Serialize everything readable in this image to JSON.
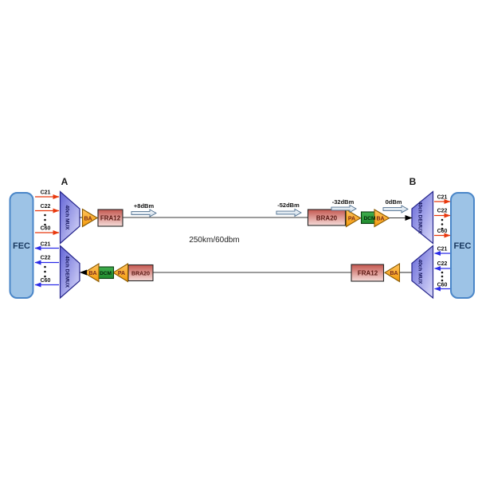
{
  "nodes": {
    "a": "A",
    "b": "B"
  },
  "fec_label": "FEC",
  "mux_label": "40ch MUX",
  "demux_label": "40ch DEMUX",
  "channels": [
    "C21",
    "C22",
    "C60"
  ],
  "components": {
    "ba": "BA",
    "pa": "PA",
    "fra12": "FRA12",
    "bra20": "BRA20",
    "dcm": "DCM"
  },
  "power": {
    "tx_a": "+8dBm",
    "span_end": "-52dBm",
    "after_bra20": "-32dBm",
    "into_demux_b": "0dBm"
  },
  "span_label": "250km/60dbm",
  "colors": {
    "red": "#E8380D",
    "blue": "#2B2BE8",
    "line": "#3A3A3A",
    "navy": "#17375E",
    "fec_fill": "#9DC3E6",
    "fec_border": "#4A86C8",
    "trap_top": "#6365D6",
    "trap_bot": "#DCDCFA",
    "trap_border": "#26268C",
    "trap_text": "#14145A",
    "amp_top": "#FFC35C",
    "amp_bot": "#F39A0B",
    "amp_border": "#8A5A00",
    "amp_text": "#7A2A1A",
    "box_top": "#C4574F",
    "box_bot": "#F6DCD9",
    "box_border": "#262626",
    "box_text": "#591711",
    "dcm_top": "#3FAE4D",
    "dcm_bot": "#1F8A2E",
    "dcm_border": "#0B3D12",
    "dcm_text": "#06240B",
    "parrow_fill_top": "#FFFFFF",
    "parrow_fill_bot": "#C2D4E3",
    "parrow_border": "#4E6E8E"
  }
}
